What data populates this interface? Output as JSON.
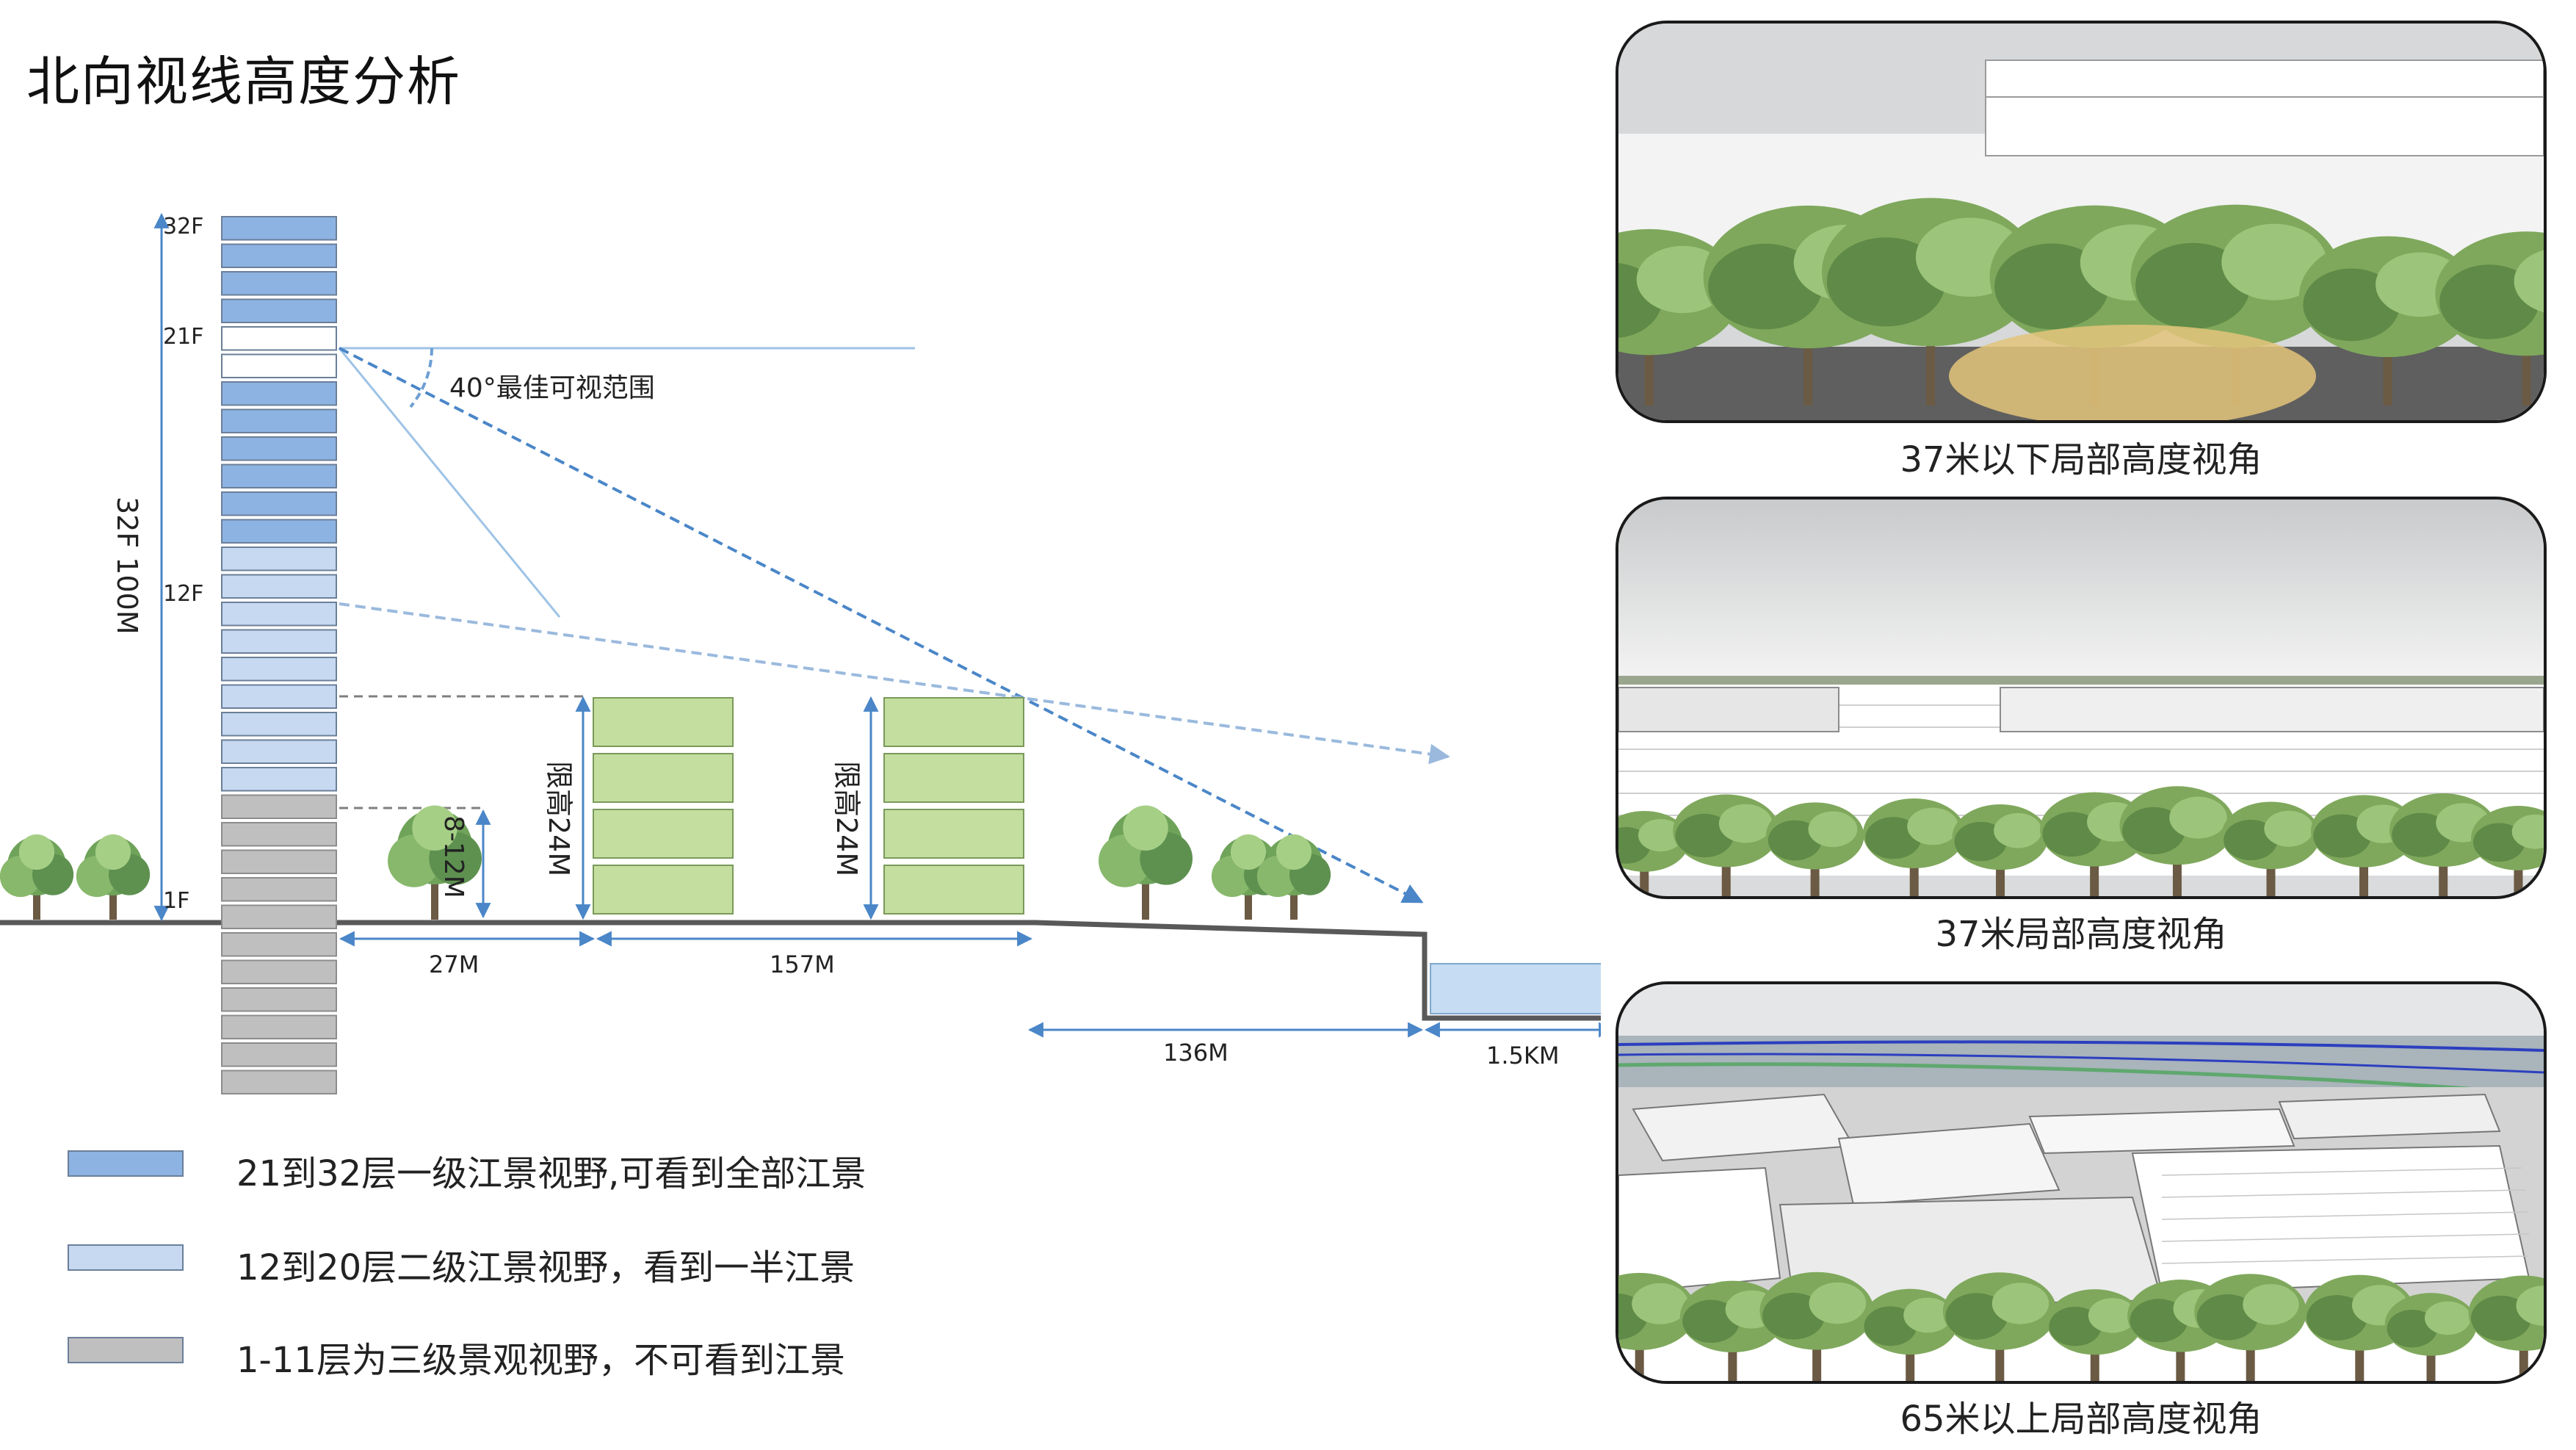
{
  "title": "北向视线高度分析",
  "section": {
    "floor_labels": [
      "32F",
      "21F",
      "12F",
      "1F"
    ],
    "height_label": "32F   100M",
    "angle_label": "40°最佳可视范围",
    "tree_height_label": "8-12M",
    "limit_height_label": "限高24M",
    "distances": [
      "27M",
      "157M",
      "136M",
      "1.5KM"
    ]
  },
  "legend": [
    {
      "label": "21到32层一级江景视野,可看到全部江景",
      "color": "#8db3e2"
    },
    {
      "label": "12到20层二级江景视野，看到一半江景",
      "color": "#c6d9f1"
    },
    {
      "label": "1-11层为三级景观视野，不可看到江景",
      "color": "#bfbfbf"
    }
  ],
  "views": [
    {
      "caption": "37米以下局部高度视角"
    },
    {
      "caption": "37米局部高度视角"
    },
    {
      "caption": "65米以上局部高度视角"
    }
  ],
  "colors": {
    "tier1": "#8db3e2",
    "tier2": "#c6d9f1",
    "tier3": "#bfbfbf",
    "block": "#c4dea0",
    "sightline": "#4a86c8",
    "water": "#c5dcf2",
    "ground": "#595959"
  }
}
